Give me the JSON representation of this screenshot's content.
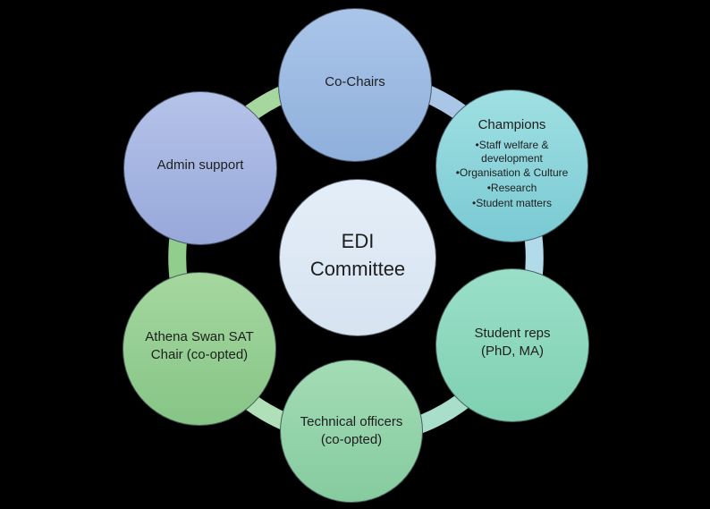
{
  "canvas": {
    "background": "#000000",
    "text_color": "#1e1e1e"
  },
  "nodes": {
    "committee": {
      "label": "EDI Committee",
      "color_top": "#e4eef8",
      "color_bottom": "#d6e3f0"
    },
    "cochairs": {
      "label": "Co-Chairs",
      "color_top": "#aac5e8",
      "color_bottom": "#8fb0dc"
    },
    "champions": {
      "label": "Champions",
      "bullet_char": "•",
      "bullets": [
        "Staff welfare & development",
        "Organisation & Culture",
        "Research",
        "Student matters"
      ],
      "color_top": "#9fe0e2",
      "color_bottom": "#7ac9d3"
    },
    "studentreps": {
      "label": "Student reps (PhD, MA)",
      "color_top": "#9adfc8",
      "color_bottom": "#7fd0b2"
    },
    "technical": {
      "label": "Technical officers (co-opted)",
      "color_top": "#a3dcb5",
      "color_bottom": "#86cb9f"
    },
    "athena": {
      "label": "Athena Swan SAT Chair (co-opted)",
      "color_top": "#a5d79f",
      "color_bottom": "#86c586"
    },
    "admin": {
      "label": "Admin support",
      "color_top": "#b5c3e9",
      "color_bottom": "#97a8da"
    }
  },
  "connectors": {
    "admin_cochairs": {
      "color": "#a6d79e"
    },
    "cochairs_champions": {
      "color": "#a9c6e6"
    },
    "champions_studentreps": {
      "color": "#b2dbe9"
    },
    "studentreps_technical": {
      "color": "#a9decb"
    },
    "technical_athena": {
      "color": "#afe0b8"
    },
    "athena_admin": {
      "color": "#91cd8d"
    }
  }
}
